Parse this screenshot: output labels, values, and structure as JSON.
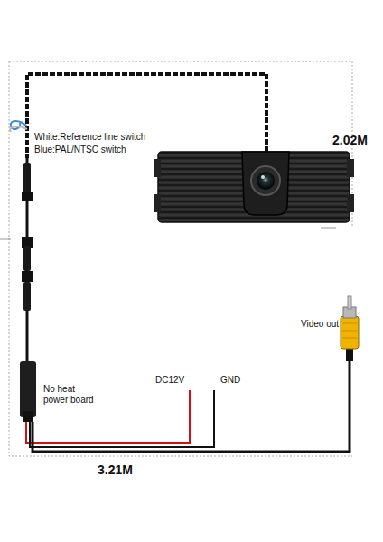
{
  "diagram": {
    "labels": [
      "White:Reference line switch",
      "Blue:PAL/NTSC switch",
      "2.02M",
      "Video out",
      "No heat power board",
      "DC12V",
      "GND",
      "3.21M"
    ]
  }
}
